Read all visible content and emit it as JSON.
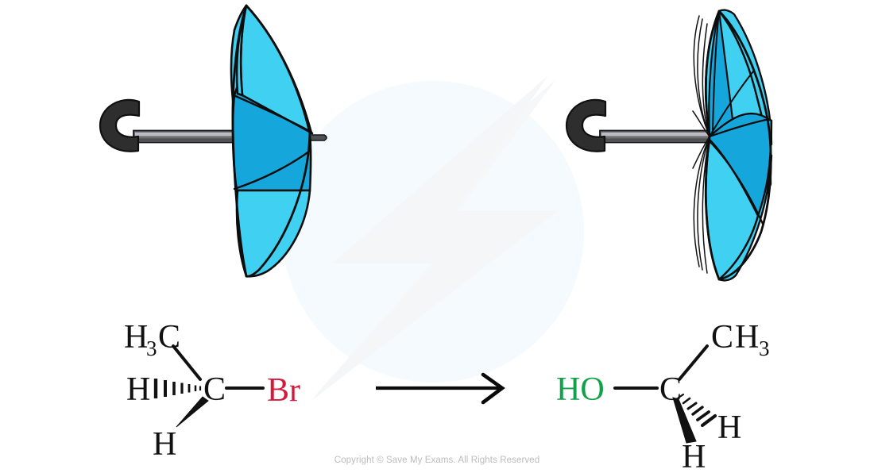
{
  "figure": {
    "title": "SN2 inversion of configuration illustrated by an umbrella turning inside out",
    "background_color": "#ffffff"
  },
  "watermark": {
    "icon": "lightning-bolt-in-circle",
    "circle_color": "#f4fafd",
    "bolt_color": "#f5f6f7"
  },
  "umbrella_left": {
    "name": "Normal umbrella",
    "state": "upright",
    "handle_color": "#2e2e2e",
    "shaft_color": "#6e6e72",
    "shaft_highlight_color": "#b9bcc0",
    "canopy_light_color": "#3fd0f2",
    "canopy_dark_color": "#15a6db",
    "outline_color": "#0d0d0d"
  },
  "umbrella_right": {
    "name": "Inverted umbrella",
    "state": "inside-out",
    "handle_color": "#2e2e2e",
    "shaft_color": "#6e6e72",
    "shaft_highlight_color": "#b9bcc0",
    "canopy_light_color": "#3fd0f2",
    "canopy_dark_color": "#15a6db",
    "outline_color": "#0d0d0d",
    "rib_color": "#111111"
  },
  "molecule_left": {
    "name": "bromoethane-reactant",
    "central_atom": "C",
    "labels": {
      "methyl": "H",
      "methyl_sub": "3",
      "methyl_c": "C",
      "hydrogen_hashed": "H",
      "hydrogen_wedge": "H",
      "leaving_group": "Br"
    },
    "leaving_group_color": "#d41a3c",
    "atom_color": "#111111",
    "bonds": [
      {
        "type": "plain",
        "from": "C",
        "to": "H3C",
        "direction": "up-left"
      },
      {
        "type": "hashed",
        "from": "C",
        "to": "H",
        "direction": "left"
      },
      {
        "type": "wedge",
        "from": "C",
        "to": "H",
        "direction": "down-left"
      },
      {
        "type": "plain",
        "from": "C",
        "to": "Br",
        "direction": "right"
      }
    ]
  },
  "molecule_right": {
    "name": "ethanol-product",
    "central_atom": "C",
    "labels": {
      "methyl_c": "C",
      "methyl_h": "H",
      "methyl_sub": "3",
      "nucleophile": "HO",
      "hydrogen_hashed": "H",
      "hydrogen_wedge": "H"
    },
    "nucleophile_color": "#12a04a",
    "atom_color": "#111111",
    "bonds": [
      {
        "type": "plain",
        "from": "C",
        "to": "CH3",
        "direction": "up-right"
      },
      {
        "type": "plain",
        "from": "C",
        "to": "HO",
        "direction": "left"
      },
      {
        "type": "hashed",
        "from": "C",
        "to": "H",
        "direction": "down-right"
      },
      {
        "type": "wedge",
        "from": "C",
        "to": "H",
        "direction": "down"
      }
    ]
  },
  "reaction_arrow": {
    "name": "reaction-arrow",
    "direction": "right",
    "color": "#0a0a0a",
    "label": ""
  },
  "footer": {
    "copyright": "Copyright © Save My Exams. All Rights Reserved"
  }
}
